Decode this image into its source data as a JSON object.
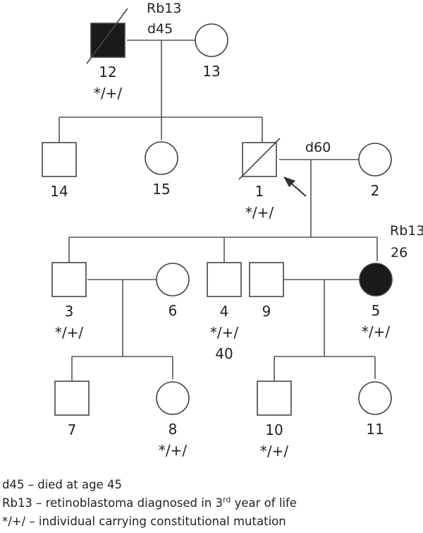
{
  "individuals": [
    {
      "id": "12",
      "sex": "male",
      "affected": true,
      "deceased": true,
      "notes": [
        "*/+/"
      ]
    },
    {
      "id": "13",
      "sex": "female",
      "affected": false,
      "deceased": false,
      "notes": []
    },
    {
      "id": "14",
      "sex": "male",
      "affected": false,
      "deceased": false,
      "notes": []
    },
    {
      "id": "15",
      "sex": "female",
      "affected": false,
      "deceased": false,
      "notes": []
    },
    {
      "id": "1",
      "sex": "male",
      "affected": false,
      "deceased": true,
      "proband": true,
      "notes": [
        "*/+/"
      ]
    },
    {
      "id": "2",
      "sex": "female",
      "affected": false,
      "deceased": false,
      "notes": []
    },
    {
      "id": "3",
      "sex": "male",
      "affected": false,
      "deceased": false,
      "notes": [
        "*/+/"
      ]
    },
    {
      "id": "6",
      "sex": "female",
      "affected": false,
      "deceased": false,
      "notes": []
    },
    {
      "id": "4",
      "sex": "male",
      "affected": false,
      "deceased": false,
      "notes": [
        "*/+/",
        "40"
      ]
    },
    {
      "id": "9",
      "sex": "male",
      "affected": false,
      "deceased": false,
      "notes": []
    },
    {
      "id": "5",
      "sex": "female",
      "affected": true,
      "deceased": false,
      "notes": [
        "*/+/"
      ]
    },
    {
      "id": "7",
      "sex": "male",
      "affected": false,
      "deceased": false,
      "notes": []
    },
    {
      "id": "8",
      "sex": "female",
      "affected": false,
      "deceased": false,
      "notes": [
        "*/+/"
      ]
    },
    {
      "id": "10",
      "sex": "male",
      "affected": false,
      "deceased": false,
      "notes": [
        "*/+/"
      ]
    },
    {
      "id": "11",
      "sex": "female",
      "affected": false,
      "deceased": false,
      "notes": []
    }
  ],
  "annotations": {
    "ind12_diagnosis": "Rb13",
    "ind12_death": "d45",
    "ind1_death": "d60",
    "ind5_diagnosis": "Rb13",
    "ind5_age": "26"
  },
  "legend": {
    "death": "d45 – died at age 45",
    "diagnosis_prefix": "Rb13 – retinoblastoma diagnosed in 3",
    "diagnosis_sup": "rd",
    "diagnosis_suffix": " year of life",
    "mutation": "*/+/ – individual carrying constitutional mutation"
  },
  "colors": {
    "affected": "#1a1a1a",
    "line": "#555555",
    "symbol_stroke": "#444444"
  }
}
